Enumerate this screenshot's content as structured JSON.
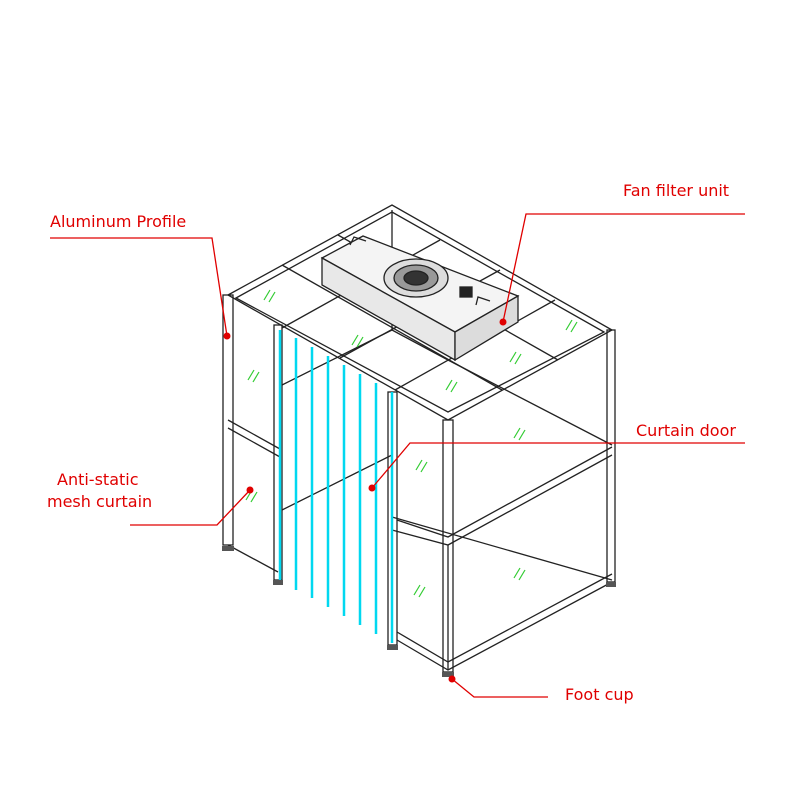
{
  "labels": {
    "aluminum_profile": "Aluminum Profile",
    "fan_filter_unit": "Fan filter unit",
    "curtain_door": "Curtain door",
    "anti_static_line1": "Anti-static",
    "anti_static_line2": "mesh curtain",
    "foot_cup": "Foot cup"
  },
  "colors": {
    "label": "#e00000",
    "frame": "#222222",
    "curtain": "#00d8f0",
    "glass": "#33cc33"
  }
}
